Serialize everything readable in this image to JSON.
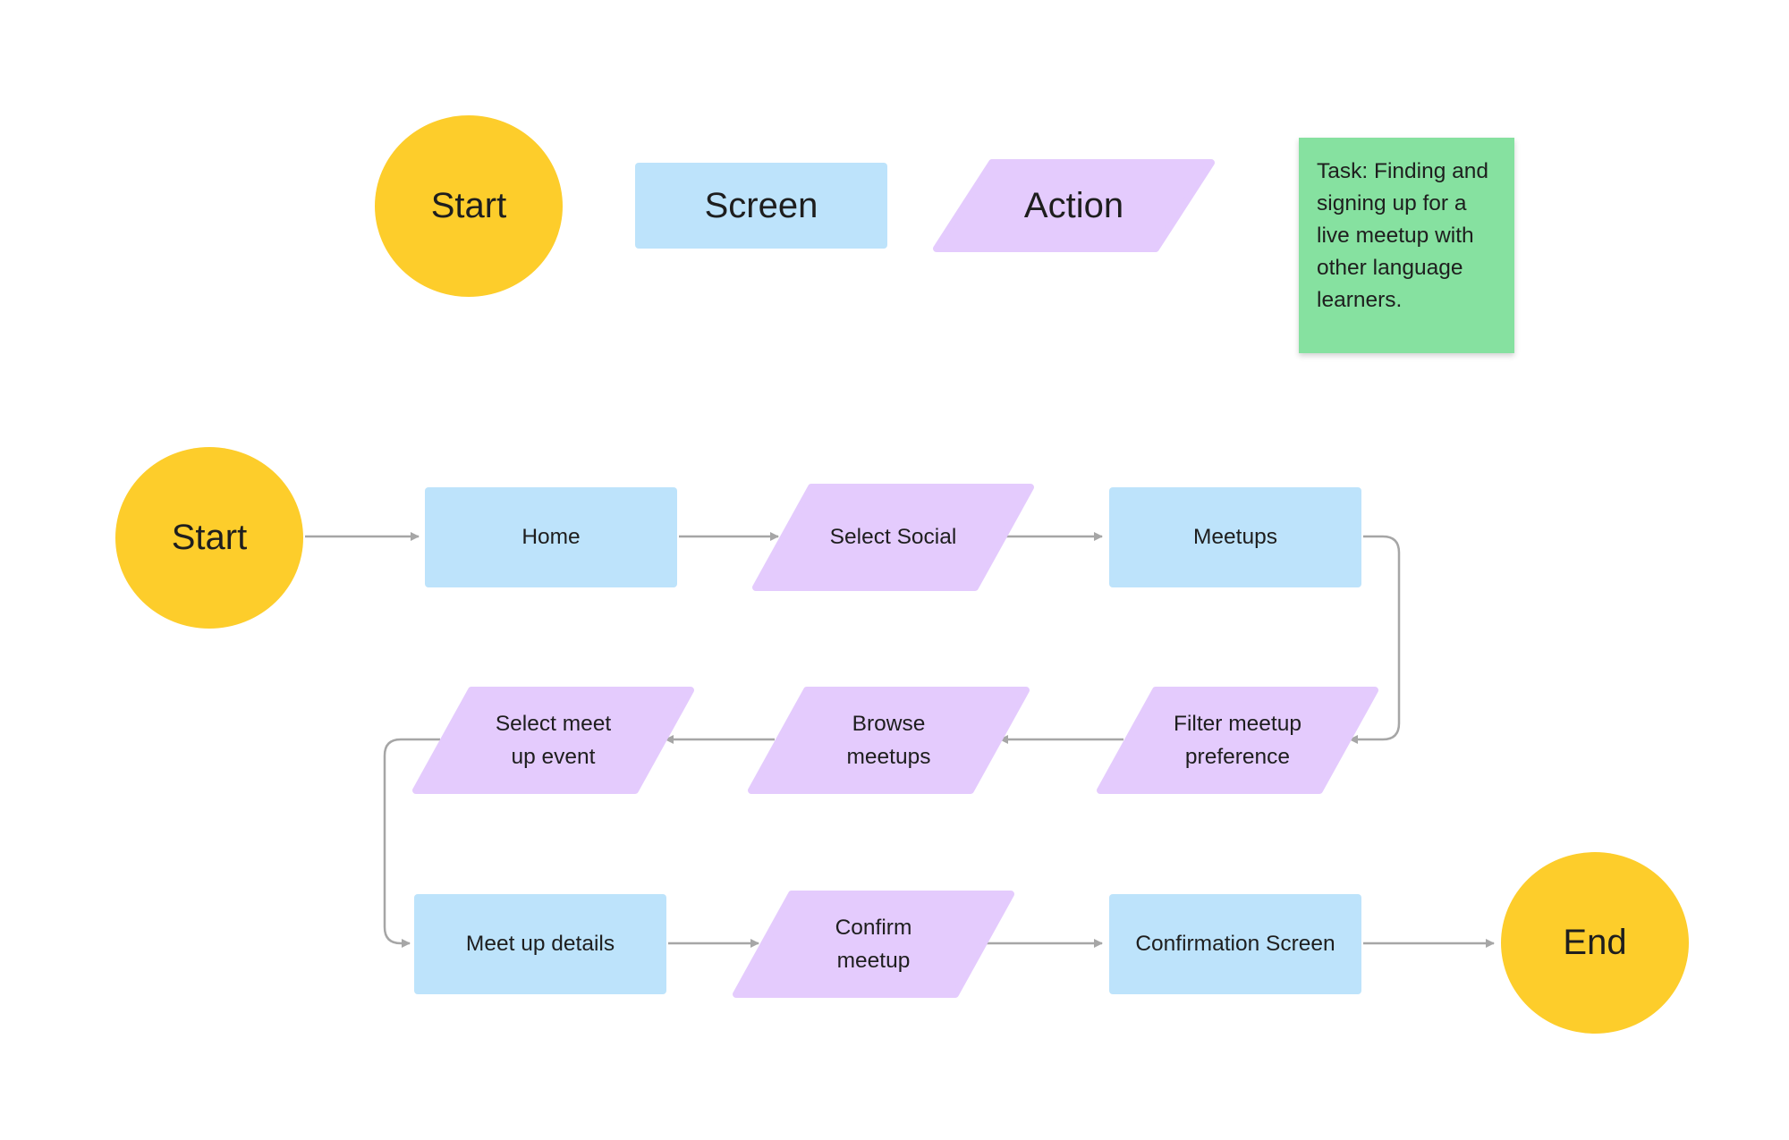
{
  "colors": {
    "terminal": "#fdcd2b",
    "screen": "#bde3fb",
    "action": "#e4cbfd",
    "note": "#86e1a0",
    "connector": "#a6a6a6"
  },
  "legend": {
    "start_label": "Start",
    "screen_label": "Screen",
    "action_label": "Action"
  },
  "note": {
    "text": "Task: Finding and signing up for a live meetup with other language learners."
  },
  "flow": {
    "start": "Start",
    "home": "Home",
    "select_social": "Select Social",
    "meetups": "Meetups",
    "filter_meetup": "Filter meetup\npreference",
    "browse_meetups": "Browse\nmeetups",
    "select_event": "Select meet\nup event",
    "meetup_details": "Meet up details",
    "confirm_meetup": "Confirm\nmeetup",
    "confirmation_screen": "Confirmation Screen",
    "end": "End"
  }
}
